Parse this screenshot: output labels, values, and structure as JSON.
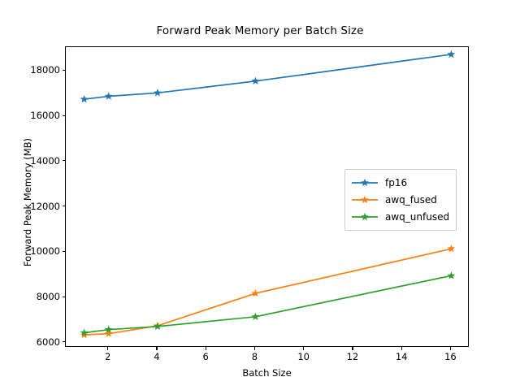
{
  "chart_data": {
    "type": "line",
    "title": "Forward Peak Memory per Batch Size",
    "xlabel": "Batch Size",
    "ylabel": "Forward Peak Memory (MB)",
    "x": [
      1,
      2,
      4,
      8,
      16
    ],
    "xlim": [
      0.25,
      16.75
    ],
    "ylim": [
      5780,
      19050
    ],
    "xticks": [
      2,
      4,
      6,
      8,
      10,
      12,
      14,
      16
    ],
    "xticklabels": [
      "2",
      "4",
      "6",
      "8",
      "10",
      "12",
      "14",
      "16"
    ],
    "yticks": [
      6000,
      8000,
      10000,
      12000,
      14000,
      16000,
      18000
    ],
    "yticklabels": [
      "6000",
      "8000",
      "10000",
      "12000",
      "14000",
      "16000",
      "18000"
    ],
    "grid": false,
    "legend_position": "center right",
    "marker": "star",
    "series": [
      {
        "name": "fp16",
        "color": "#1f77b4",
        "values": [
          16750,
          16880,
          17030,
          17550,
          18730
        ]
      },
      {
        "name": "awq_fused",
        "color": "#ff7f0e",
        "values": [
          6350,
          6400,
          6750,
          8180,
          10150
        ]
      },
      {
        "name": "awq_unfused",
        "color": "#2ca02c",
        "values": [
          6440,
          6580,
          6720,
          7150,
          8960
        ]
      }
    ]
  }
}
